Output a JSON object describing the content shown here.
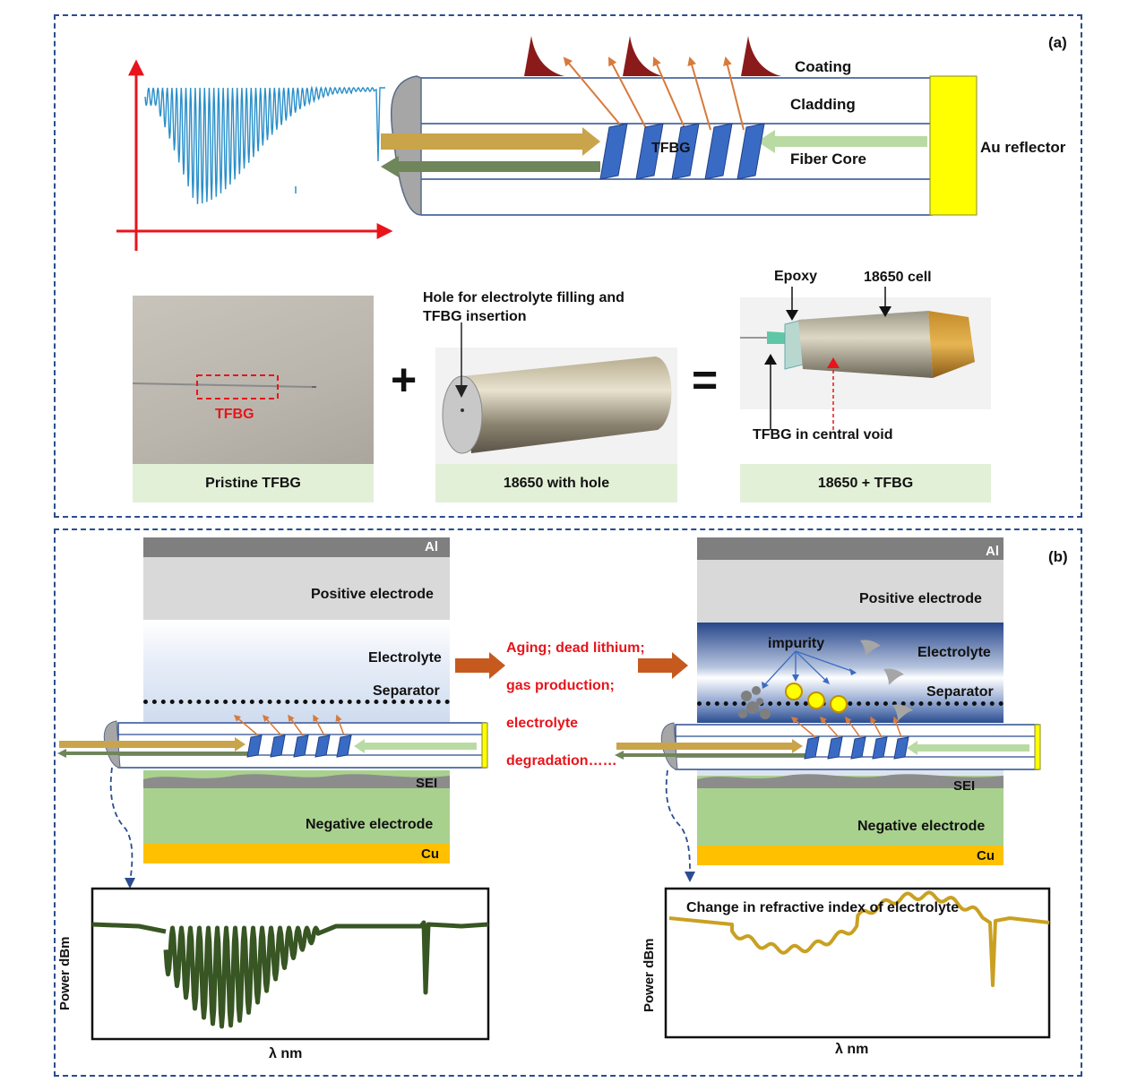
{
  "panel_a": {
    "label": "(a)",
    "fiber": {
      "coating": "Coating",
      "cladding": "Cladding",
      "core": "Fiber Core",
      "grating": "TFBG",
      "reflector": "Au reflector"
    },
    "photos": {
      "pristine_marker": "TFBG",
      "hole_note": "Hole for electrolyte filling and TFBG insertion",
      "epoxy": "Epoxy",
      "cell": "18650 cell",
      "void_note": "TFBG in central void",
      "plus": "+",
      "equals": "="
    },
    "captions": [
      "Pristine TFBG",
      "18650 with hole",
      "18650 + TFBG"
    ]
  },
  "panel_b": {
    "label": "(b)",
    "layers": {
      "al": "Al",
      "positive": "Positive electrode",
      "electrolyte": "Electrolyte",
      "separator": "Separator",
      "sei": "SEI",
      "negative": "Negative electrode",
      "cu": "Cu"
    },
    "impurity": "impurity",
    "aging_lines": [
      "Aging; dead lithium;",
      "gas production;",
      "electrolyte",
      "degradation……"
    ],
    "spectra": {
      "left": {
        "ylabel": "Power dBm",
        "xlabel": "λ nm"
      },
      "right": {
        "ylabel": "Power dBm",
        "xlabel": "λ nm",
        "annotation": "Change in refractive index of electrolyte"
      }
    }
  },
  "colors": {
    "frame": "#2b4d8f",
    "axis_red": "#e8141b",
    "spectrum_blue": "#2a8fc9",
    "grating_blue": "#3a6bc4",
    "reflector_yellow": "#ffff00",
    "arrow_gold": "#c9a44a",
    "arrow_green": "#7a8f5a",
    "arrow_lightgreen": "#b9dba3",
    "arrow_orange": "#d77a3c",
    "mode_red": "#8b1a1a",
    "aging_orange": "#c65a1e",
    "aging_text": "#e8141b",
    "electrode_gray": "#d9d9d9",
    "al_gray": "#7f7f7f",
    "negative_green": "#a9d18e",
    "cu_gold": "#ffc000",
    "spectrum_dark_green": "#375623",
    "spectrum_gold": "#c9a021"
  }
}
